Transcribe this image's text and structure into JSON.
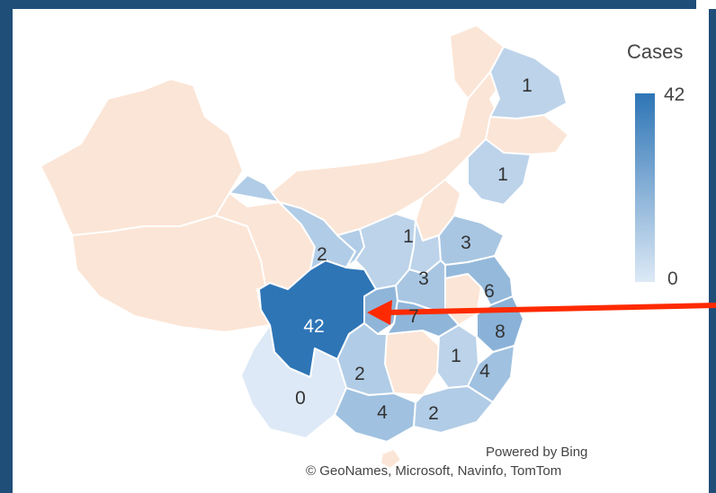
{
  "legend": {
    "title": "Cases",
    "max": "42",
    "min": "0"
  },
  "colors": {
    "low": "#dde9f6",
    "high": "#2e75b6",
    "nodata": "#fbe5d6",
    "arrow": "#ff2a00"
  },
  "regions": [
    {
      "id": "heilongjiang",
      "value": 1
    },
    {
      "id": "liaoning",
      "value": 1
    },
    {
      "id": "shaanxi",
      "value": 1
    },
    {
      "id": "shandong",
      "value": 3
    },
    {
      "id": "gansu",
      "value": 2
    },
    {
      "id": "henan",
      "value": 3
    },
    {
      "id": "jiangsu",
      "value": 6
    },
    {
      "id": "sichuan",
      "value": 42
    },
    {
      "id": "hubei",
      "value": 7
    },
    {
      "id": "zhejiang",
      "value": 8
    },
    {
      "id": "jiangxi",
      "value": 1
    },
    {
      "id": "fujian",
      "value": 4
    },
    {
      "id": "guizhou",
      "value": 2
    },
    {
      "id": "yunnan",
      "value": 0
    },
    {
      "id": "guangxi",
      "value": 4
    },
    {
      "id": "guangdong",
      "value": 2
    }
  ],
  "credits": {
    "line1": "Powered by Bing",
    "line2": "© GeoNames, Microsoft, Navinfo, TomTom"
  }
}
